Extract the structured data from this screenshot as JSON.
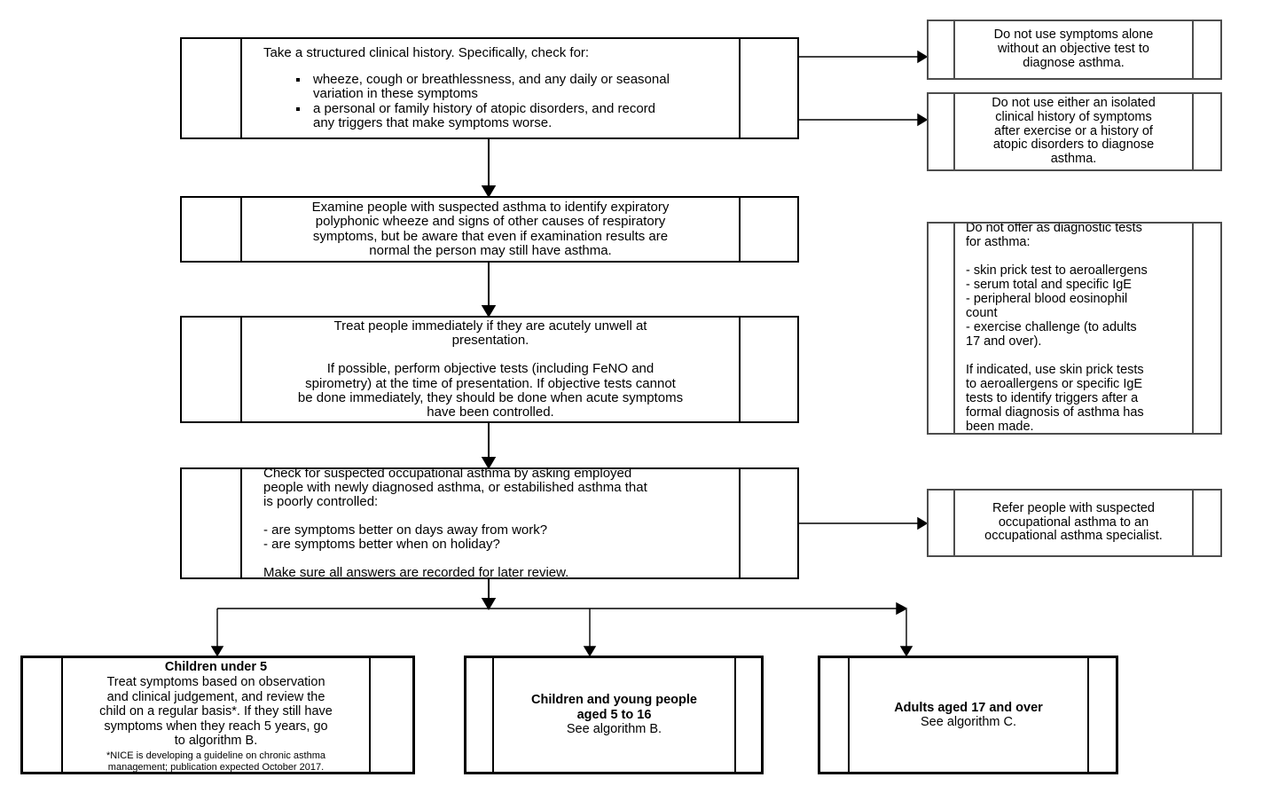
{
  "flowchart": {
    "main": {
      "history": {
        "intro": "Take a structured clinical history. Specifically, check for:",
        "bullets": [
          "wheeze, cough or breathlessness, and any daily or seasonal\nvariation in these symptoms",
          "a personal or family history of atopic disorders, and record\nany triggers that make symptoms worse."
        ]
      },
      "examine": {
        "text": "Examine people with suspected asthma to identify expiratory\npolyphonic wheeze and signs of other causes of respiratory\nsymptoms, but be aware that even if examination results are\nnormal the person may still have asthma."
      },
      "treat": {
        "text": "Treat people immediately if they are acutely unwell at\npresentation.\n\nIf possible, perform objective tests (including FeNO and\nspirometry) at the time of presentation. If objective tests cannot\nbe done immediately, they should be done when acute symptoms\nhave been controlled."
      },
      "occupational": {
        "text": "Check for suspected occupational asthma by asking employed\npeople with newly diagnosed asthma, or estabilished asthma that\nis poorly controlled:\n\n- are symptoms better on days away from work?\n- are symptoms better when on holiday?\n\nMake sure all answers are recorded for later review."
      }
    },
    "notes": {
      "symptoms_alone": {
        "text": "Do not use symptoms alone\nwithout an objective test to\ndiagnose asthma."
      },
      "isolated_history": {
        "text": "Do not use either an isolated\nclinical history of symptoms\nafter exercise or a history of\natopic disorders to diagnose\nasthma."
      },
      "diagnostic_tests": {
        "text": "Do not offer as diagnostic tests\nfor asthma:\n\n- skin prick test to aeroallergens\n- serum total and specific IgE\n- peripheral blood eosinophil\ncount\n- exercise challenge (to adults\n17 and over).\n\nIf indicated, use skin prick tests\nto aeroallergens or specific IgE\ntests to identify triggers after a\nformal diagnosis of asthma has\nbeen made."
      },
      "refer_occupational": {
        "text": "Refer people with suspected\noccupational asthma to an\noccupational asthma specialist."
      }
    },
    "outcomes": {
      "children_under_5": {
        "title": "Children under 5",
        "body": "Treat symptoms based on observation\nand clinical judgement, and review the\nchild on a regular basis*. If they still have\nsymptoms when they reach 5 years, go\nto algorithm B.",
        "footnote": "*NICE is developing a guideline on chronic asthma\nmanagement; publication expected October 2017."
      },
      "children_5_to_16": {
        "title": "Children and young people\naged 5 to 16",
        "subtitle": "See algorithm B."
      },
      "adults_17_and_over": {
        "title": "Adults aged 17 and over",
        "subtitle": "See algorithm C."
      }
    },
    "colors": {
      "main_border": "#000000",
      "note_border": "#4d4d4d",
      "connector": "#000000",
      "background": "#ffffff"
    }
  }
}
